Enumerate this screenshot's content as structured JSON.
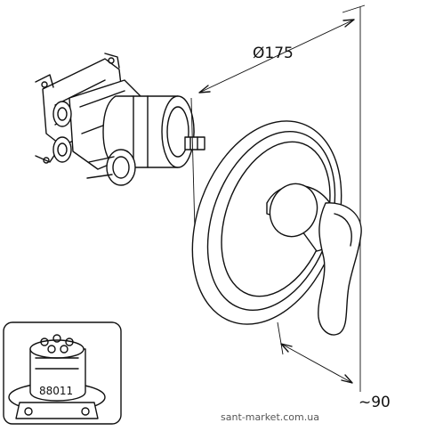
{
  "dimensions": {
    "diameter_label": "Ø175",
    "depth_label": "~90"
  },
  "inset": {
    "part_number": "88011"
  },
  "watermark": "sant-market.com.ua"
}
